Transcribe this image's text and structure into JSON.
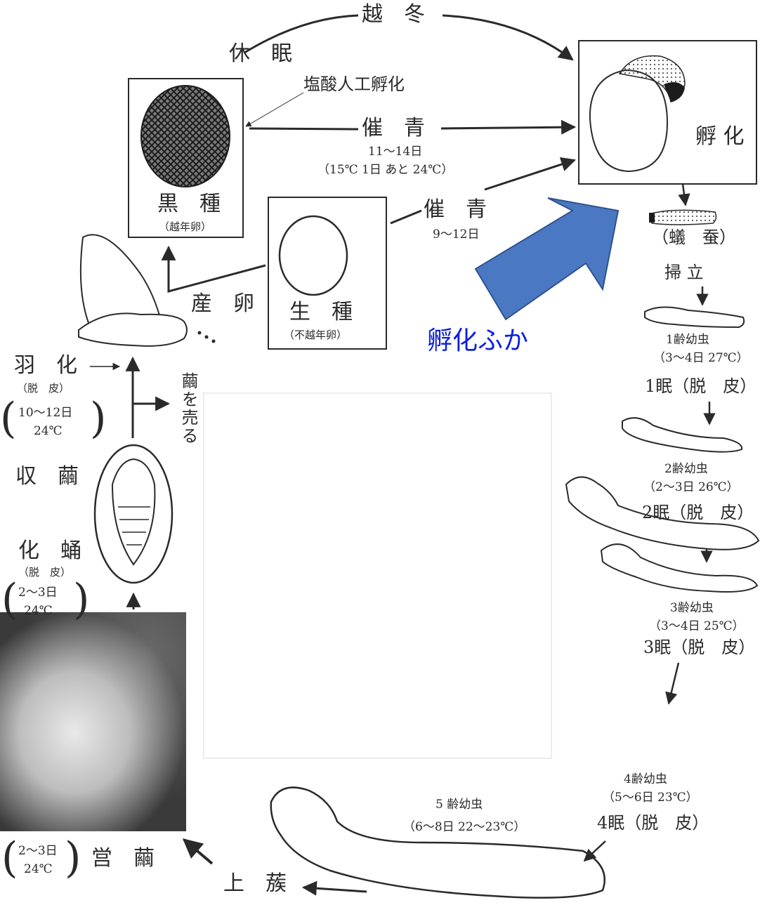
{
  "overwinter": "越　冬",
  "dormancy": "休　眠",
  "hcl_hatching": "塩酸人工孵化",
  "incubation_top": "催　青",
  "incubation_top_days": "11～14日",
  "incubation_top_temp": "（15℃ 1日 あと 24℃）",
  "black_egg_title": "黒　種",
  "black_egg_sub": "（越年卵）",
  "hatching_box": "孵 化",
  "incubation_mid": "催　青",
  "incubation_mid_days": "9～12日",
  "raw_egg_title": "生　種",
  "raw_egg_sub": "（不越年卵）",
  "laying": "産　卵",
  "annotation_label": "孵化ふか",
  "ant_silkworm": "（蟻　蚕）",
  "sweeping": "掃 立",
  "instar1": "1齢幼虫",
  "instar1_cond": "（3～4日 27℃）",
  "molt1": "1眠（脱　皮）",
  "instar2": "2齢幼虫",
  "instar2_cond": "（2～3日 26℃）",
  "molt2": "2眠（脱　皮）",
  "instar3": "3齢幼虫",
  "instar3_cond": "（3～4日 25℃）",
  "molt3": "3眠（脱　皮）",
  "instar4": "4齢幼虫",
  "instar4_cond": "（5～6日 23℃）",
  "molt4": "4眠（脱　皮）",
  "instar5": "5 齢幼虫",
  "instar5_cond": "（6～8日 22～23℃）",
  "mounting": "上　蔟",
  "cocoon_spin_cond_1": "2～3日",
  "cocoon_spin_cond_2": "24℃",
  "cocoon_spin": "営　繭",
  "pupation": "化　蛹",
  "pupation_sub": "（脱　皮）",
  "pupation_cond_1": "2～3日",
  "pupation_cond_2": "24℃",
  "harvest": "収　繭",
  "sell_cocoon": "繭を売る",
  "emergence": "羽　化",
  "emergence_sub": "（脱　皮）",
  "emergence_cond_1": "10～12日",
  "emergence_cond_2": "24℃",
  "colors": {
    "arrow_blue": "#4a78c2",
    "arrow_blue_edge": "#2f528f",
    "label_blue": "#0b1fe0",
    "ink": "#2a2a2a"
  }
}
